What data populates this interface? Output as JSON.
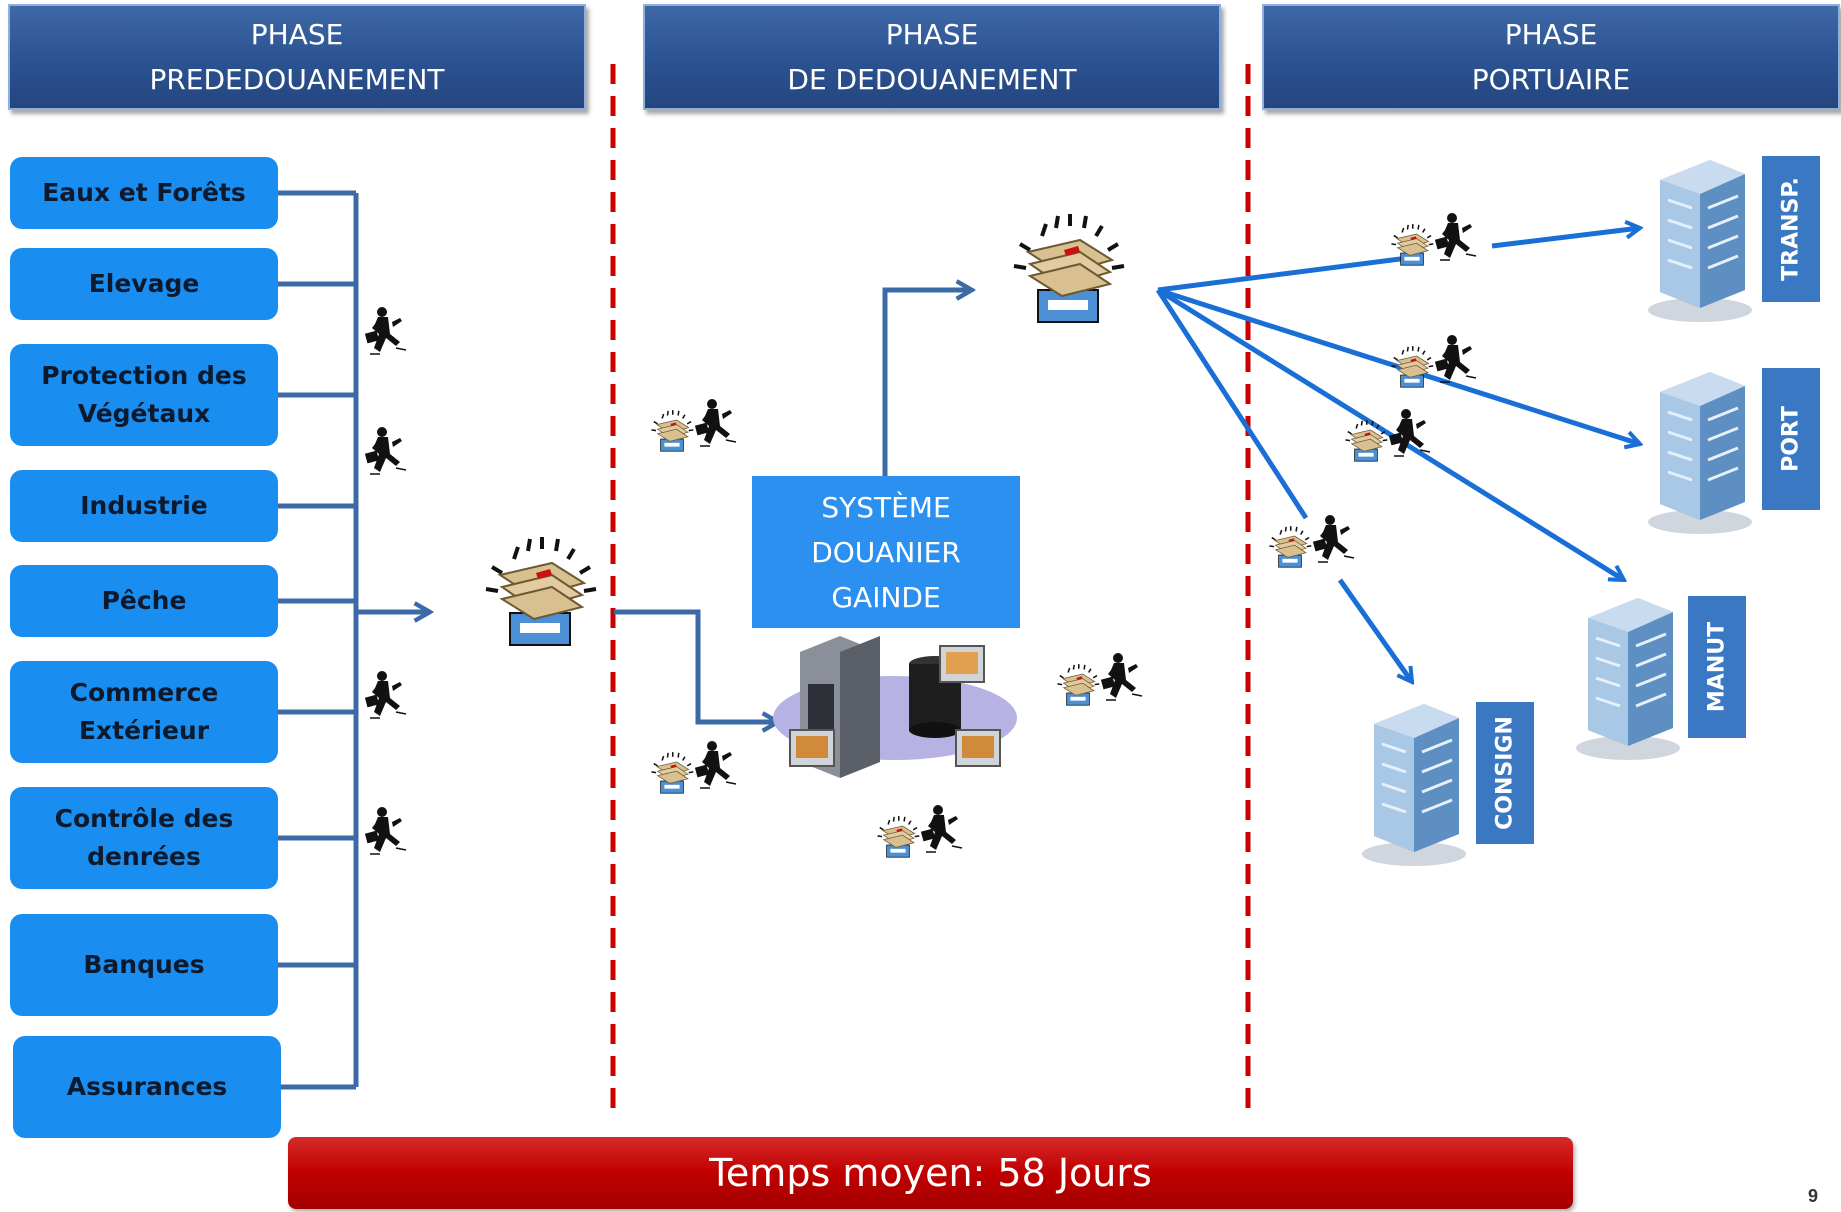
{
  "phases": [
    {
      "line1": "PHASE",
      "line2": "PREDEDOUANEMENT"
    },
    {
      "line1": "PHASE",
      "line2": "DE DEDOUANEMENT"
    },
    {
      "line1": "PHASE",
      "line2": "PORTUAIRE"
    }
  ],
  "agencies": [
    {
      "line1": "Eaux et Forêts",
      "line2": ""
    },
    {
      "line1": "Elevage",
      "line2": ""
    },
    {
      "line1": "Protection des",
      "line2": "Végétaux"
    },
    {
      "line1": "Industrie",
      "line2": ""
    },
    {
      "line1": "Pêche",
      "line2": ""
    },
    {
      "line1": "Commerce",
      "line2": "Extérieur"
    },
    {
      "line1": "Contrôle des",
      "line2": "denrées"
    },
    {
      "line1": "Banques",
      "line2": ""
    },
    {
      "line1": "Assurances",
      "line2": ""
    }
  ],
  "system": {
    "line1": "SYSTÈME",
    "line2": "DOUANIER",
    "line3": "GAINDE"
  },
  "destinations": {
    "transp": "TRANSP.",
    "port": "PORT",
    "manut": "MANUT",
    "consign": "CONSIGN"
  },
  "footer": {
    "time_label": "Temps moyen: 58 Jours",
    "page_number": "9"
  },
  "colors": {
    "phase_header": "#2b5291",
    "agency_box": "#1a8ef0",
    "system_box": "#2b90ef",
    "arrow_blue": "#1a6fd6",
    "connector": "#3b6aa6",
    "divider_red": "#cc0000",
    "time_bar": "#c00000"
  },
  "icons": [
    "running-courier-icon",
    "document-stack-icon",
    "building-icon",
    "server-computer-icon"
  ]
}
